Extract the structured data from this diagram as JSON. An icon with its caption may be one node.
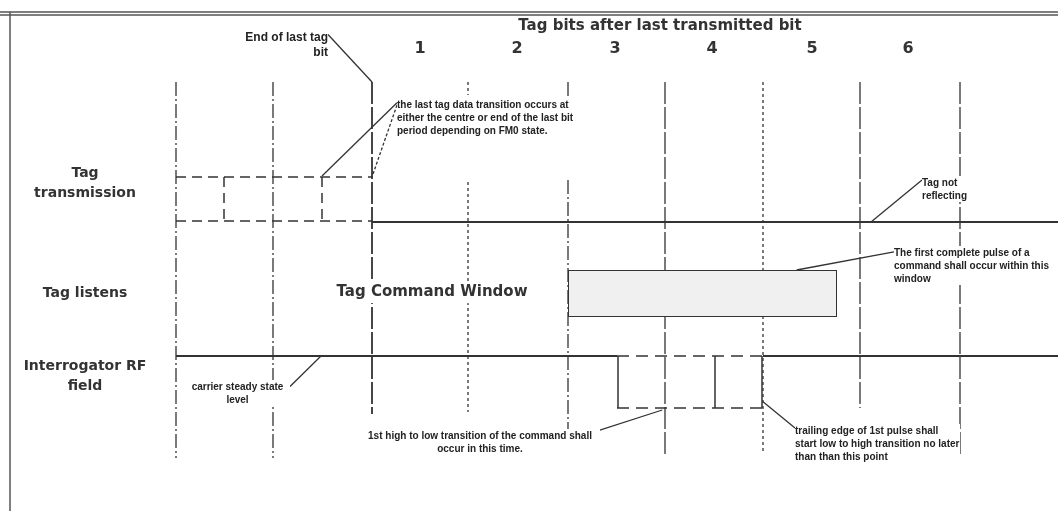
{
  "diagram": {
    "title": "Tag bits after last transmitted bit",
    "nodes": [
      {
        "text": [
          "End of last tag bit"
        ]
      },
      {
        "text": [
          "the last tag data transition occurs at either the centre or end of the last bit period depending on FM0 state."
        ]
      },
      {
        "text": [
          "Tag not reflecting"
        ]
      },
      {
        "text": [],
        "shape": "box"
      },
      {
        "text": [
          "The first complete pulse of a command shall occur within this window"
        ]
      },
      {
        "text": [
          "carrier steady state level"
        ]
      },
      {
        "text": [
          "1st high to low transition of the command shall occur in this time."
        ]
      },
      {
        "text": [
          "trailing edge of 1st pulse shall start low to high transition no later than than this point"
        ]
      },
      {
        "text": [],
        "shape": "picture"
      },
      {
        "text": [],
        "shape": "picture"
      }
    ],
    "edges": [
      {
        "from": 0,
        "to": null,
        "arrow": "none"
      },
      {
        "from": 1,
        "to": 8,
        "arrow": "none"
      },
      {
        "from": 1,
        "to": 8,
        "arrow": "none",
        "style": "dashed"
      },
      {
        "from": 2,
        "to": null,
        "arrow": "none"
      },
      {
        "from": 4,
        "to": 3,
        "arrow": "none"
      },
      {
        "from": 5,
        "to": null,
        "arrow": "none"
      },
      {
        "from": 6,
        "to": 9,
        "arrow": "none"
      },
      {
        "from": 7,
        "to": 9,
        "arrow": "none"
      }
    ],
    "labels": [
      "1",
      "2",
      "3",
      "4",
      "5",
      "6",
      "Tag transmission",
      "Tag listens",
      "Tag Command Window",
      "Interrogator RF field"
    ]
  }
}
